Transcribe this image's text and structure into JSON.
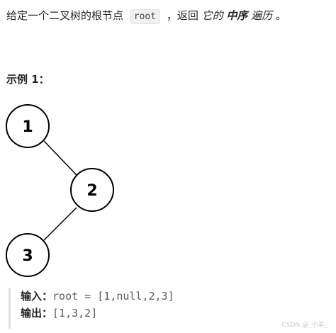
{
  "description": {
    "part1": "给定一个二叉树的根节点 ",
    "code": "root",
    "part2": " ，返回 ",
    "italic1": "它的 ",
    "bold_italic": "中序",
    "italic2": " 遍历",
    "end": " 。"
  },
  "example": {
    "title": "示例 1：",
    "tree_nodes": [
      {
        "label": "1"
      },
      {
        "label": "2"
      },
      {
        "label": "3"
      }
    ],
    "input_label": "输入：",
    "input_value": "root = [1,null,2,3]",
    "output_label": "输出：",
    "output_value": "[1,3,2]"
  },
  "watermark": "CSDN @_小羊_"
}
